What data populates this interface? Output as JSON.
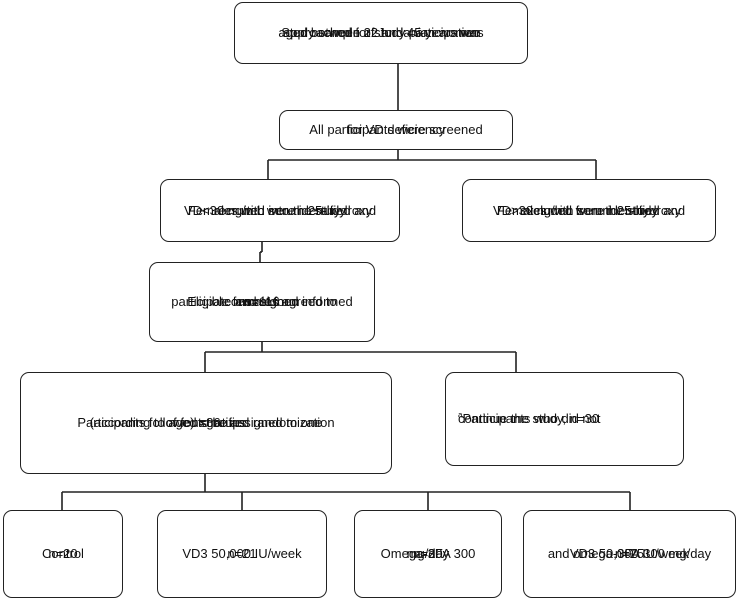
{
  "flowchart": {
    "boxes": {
      "sample": [
        "Study sample of Jordanian women",
        "aged between 22 and 45 years was",
        "approached for study participation"
      ],
      "screened": [
        "All participants were screened",
        "for VD deficiency"
      ],
      "recruited": [
        "Females with serum 25-hydroxy",
        "VD<30 ng/mL were identified and",
        "recruited into the study"
      ],
      "excluded": [
        "Females with serum 25-hydroxy",
        "VD>30 ng/mL were identified and",
        "excluded from the study"
      ],
      "eligible": [
        "Eligible females agreed to",
        "participate and signed informed",
        "consent form",
        "n=116"
      ],
      "randomized": [
        "Participants followed stratified randomization",
        "(according to age) to be assigned to one",
        "of four groups",
        "n=86"
      ],
      "dropout": {
        "footnote_mark": "a",
        "lines": [
          "Participants who did not",
          "continue the study, n=30"
        ]
      },
      "control": [
        "Control",
        "n=20"
      ],
      "vd3": [
        "VD3 50,000 IU/week",
        "n=21"
      ],
      "omega": [
        "Omega-3FA 300",
        "mg/day",
        "n=20"
      ],
      "combined": [
        "VD3 50,000 IU/week",
        "and omega-3FA 300 mg/day",
        "n=25"
      ]
    }
  }
}
